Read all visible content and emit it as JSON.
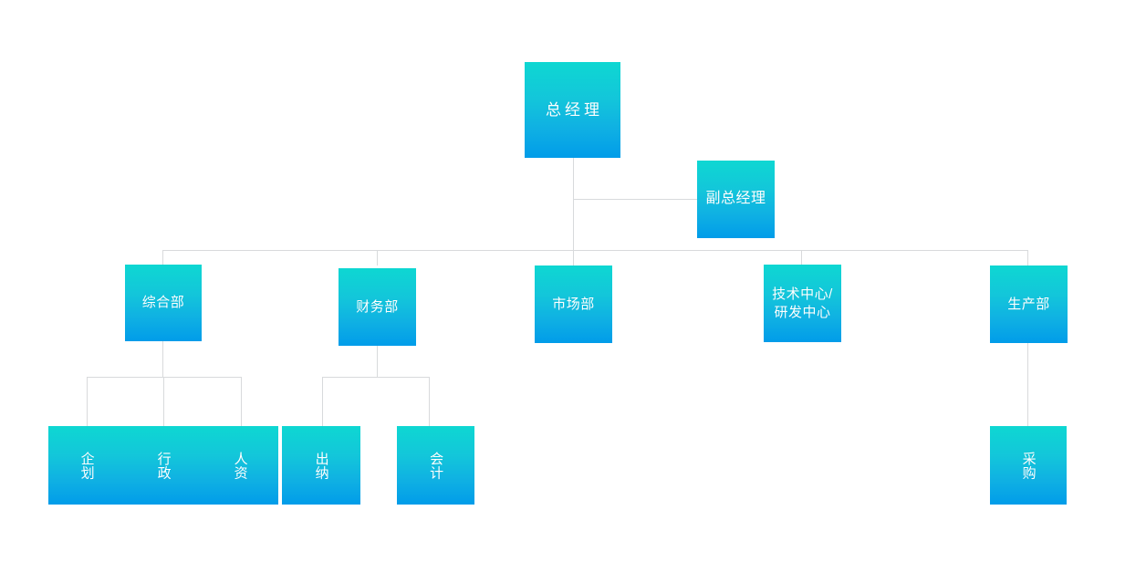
{
  "chart_data": {
    "type": "diagram",
    "diagram_type": "org-chart",
    "title": "",
    "orientation": "top-down",
    "node_count": 13,
    "nodes": [
      {
        "id": "gm",
        "label": "总经理",
        "level": 1,
        "parent": null
      },
      {
        "id": "dgm",
        "label": "副总经理",
        "level": 1,
        "parent": "gm"
      },
      {
        "id": "general",
        "label": "综合部",
        "level": 2,
        "parent": "gm"
      },
      {
        "id": "finance",
        "label": "财务部",
        "level": 2,
        "parent": "gm"
      },
      {
        "id": "market",
        "label": "市场部",
        "level": 2,
        "parent": "gm"
      },
      {
        "id": "tech",
        "label": "技术中心/研发中心",
        "level": 2,
        "parent": "gm"
      },
      {
        "id": "product",
        "label": "生产部",
        "level": 2,
        "parent": "gm"
      },
      {
        "id": "planning",
        "label": "企划",
        "level": 3,
        "parent": "general"
      },
      {
        "id": "admin",
        "label": "行政",
        "level": 3,
        "parent": "general"
      },
      {
        "id": "hr",
        "label": "人资",
        "level": 3,
        "parent": "general"
      },
      {
        "id": "cashier",
        "label": "出纳",
        "level": 3,
        "parent": "finance"
      },
      {
        "id": "accounting",
        "label": "会计",
        "level": 3,
        "parent": "finance"
      },
      {
        "id": "purchase",
        "label": "采购",
        "level": 3,
        "parent": "product"
      }
    ],
    "edges": [
      {
        "from": "gm",
        "to": "dgm"
      },
      {
        "from": "gm",
        "to": "general"
      },
      {
        "from": "gm",
        "to": "finance"
      },
      {
        "from": "gm",
        "to": "market"
      },
      {
        "from": "gm",
        "to": "tech"
      },
      {
        "from": "gm",
        "to": "product"
      },
      {
        "from": "general",
        "to": "planning"
      },
      {
        "from": "general",
        "to": "admin"
      },
      {
        "from": "general",
        "to": "hr"
      },
      {
        "from": "finance",
        "to": "cashier"
      },
      {
        "from": "finance",
        "to": "accounting"
      },
      {
        "from": "product",
        "to": "purchase"
      }
    ]
  },
  "colors": {
    "background": "#ffffff",
    "node_gradient_top": "#0ed7d2",
    "node_gradient_bottom": "#019ce9",
    "connector": "#d8dadc",
    "node_text": "#ffffff"
  },
  "chart": {
    "level1": {
      "gm": {
        "label": "总经理"
      },
      "dgm": {
        "label": "副总经理"
      }
    },
    "level2": {
      "general": {
        "label": "综合部"
      },
      "finance": {
        "label": "财务部"
      },
      "market": {
        "label": "市场部"
      },
      "tech": {
        "label_line1": "技术中心/",
        "label_line2": "研发中心"
      },
      "product": {
        "label": "生产部"
      }
    },
    "level3": {
      "planning": {
        "label": "企划"
      },
      "admin": {
        "label": "行政"
      },
      "hr": {
        "label": "人资"
      },
      "cashier": {
        "label": "出纳"
      },
      "accounting": {
        "label": "会计"
      },
      "purchase": {
        "label": "采购"
      }
    }
  }
}
